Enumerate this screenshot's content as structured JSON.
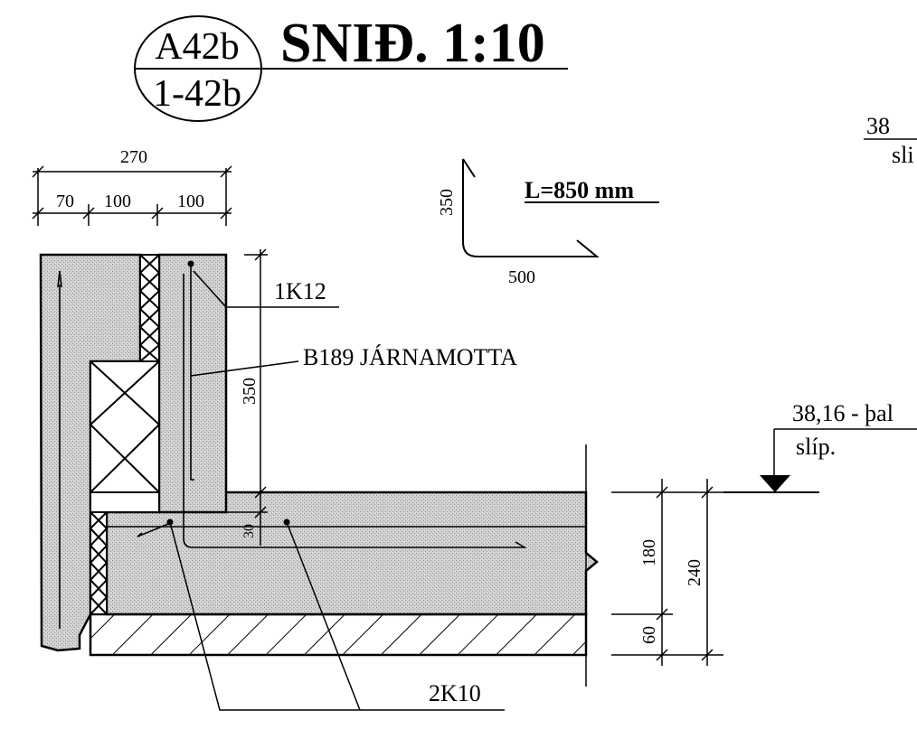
{
  "title": {
    "code_top": "A42b",
    "code_bottom": "1-42b",
    "text": "SNIÐ. 1:10"
  },
  "corner_fragment": {
    "top": "38",
    "bottom": "sli"
  },
  "bar_shape": {
    "leg_vertical": "350",
    "leg_horizontal": "500",
    "length_label": "L=850 mm"
  },
  "top_dimensions": {
    "total": "270",
    "parts": [
      "70",
      "100",
      "100"
    ]
  },
  "labels": {
    "top_bar": "1K12",
    "stirrup": "B189 JÁRNAMOTTA",
    "bottom_bars": "2K10"
  },
  "wall_dimension": "350",
  "small_dimension": "30",
  "right_dimensions": {
    "slab": "180",
    "total": "240",
    "base": "60"
  },
  "level": {
    "value": "38,16 - þal",
    "note": "slíp."
  }
}
